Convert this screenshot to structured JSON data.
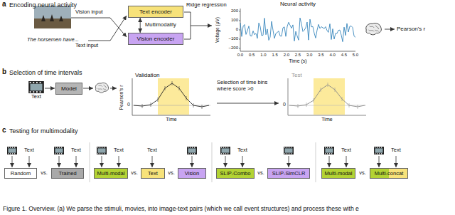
{
  "diagram": {
    "caption": "Figure 1. Overview. (a) We parse the stimuli, movies, into image-text pairs (which we call event structures) and process these with e",
    "nodes": [
      {
        "text": [
          "Text encoder"
        ]
      },
      {
        "text": [
          "Vision encoder"
        ]
      },
      {
        "text": [
          "Model"
        ]
      },
      {
        "text": [
          "Random"
        ]
      },
      {
        "text": [
          "Trained"
        ]
      },
      {
        "text": [
          "Multi-modal"
        ]
      },
      {
        "text": [
          "Text"
        ]
      },
      {
        "text": [
          "Vision"
        ]
      },
      {
        "text": [
          "SLIP-Combo"
        ]
      },
      {
        "text": [
          "SLIP-SimCLR"
        ]
      },
      {
        "text": [
          "Multi-modal"
        ]
      },
      {
        "text": [
          "Multi-concat"
        ]
      }
    ],
    "edges": [
      {
        "from": 0,
        "to": 1,
        "arrow": "both",
        "label": "Multimodality"
      }
    ],
    "labels": [
      "a",
      "Encoding neural activity",
      "Vision input",
      "The horsemen have...",
      "Text input",
      "Ridge regression",
      "Neural activity",
      "Voltage (μV)",
      "200",
      "100",
      "0",
      "−100",
      "−200",
      "0.0",
      "0.5",
      "1.0",
      "1.5",
      "2.0",
      "2.5",
      "3.0",
      "3.5",
      "4.0",
      "4.5",
      "5.0",
      "Time (s)",
      "Pearson's r",
      "b",
      "Selection of time intervals",
      "Text",
      "Validation",
      "Pearson's r",
      "0",
      "Time",
      "Selection of time bins where score >0",
      "Test",
      "0",
      "Time",
      "c",
      "Testing for multimodality",
      "Text",
      "vs.",
      "Text",
      "Text",
      "vs.",
      "Text",
      "vs.",
      "Text",
      "vs.",
      "Text",
      "vs.",
      "Text"
    ]
  }
}
